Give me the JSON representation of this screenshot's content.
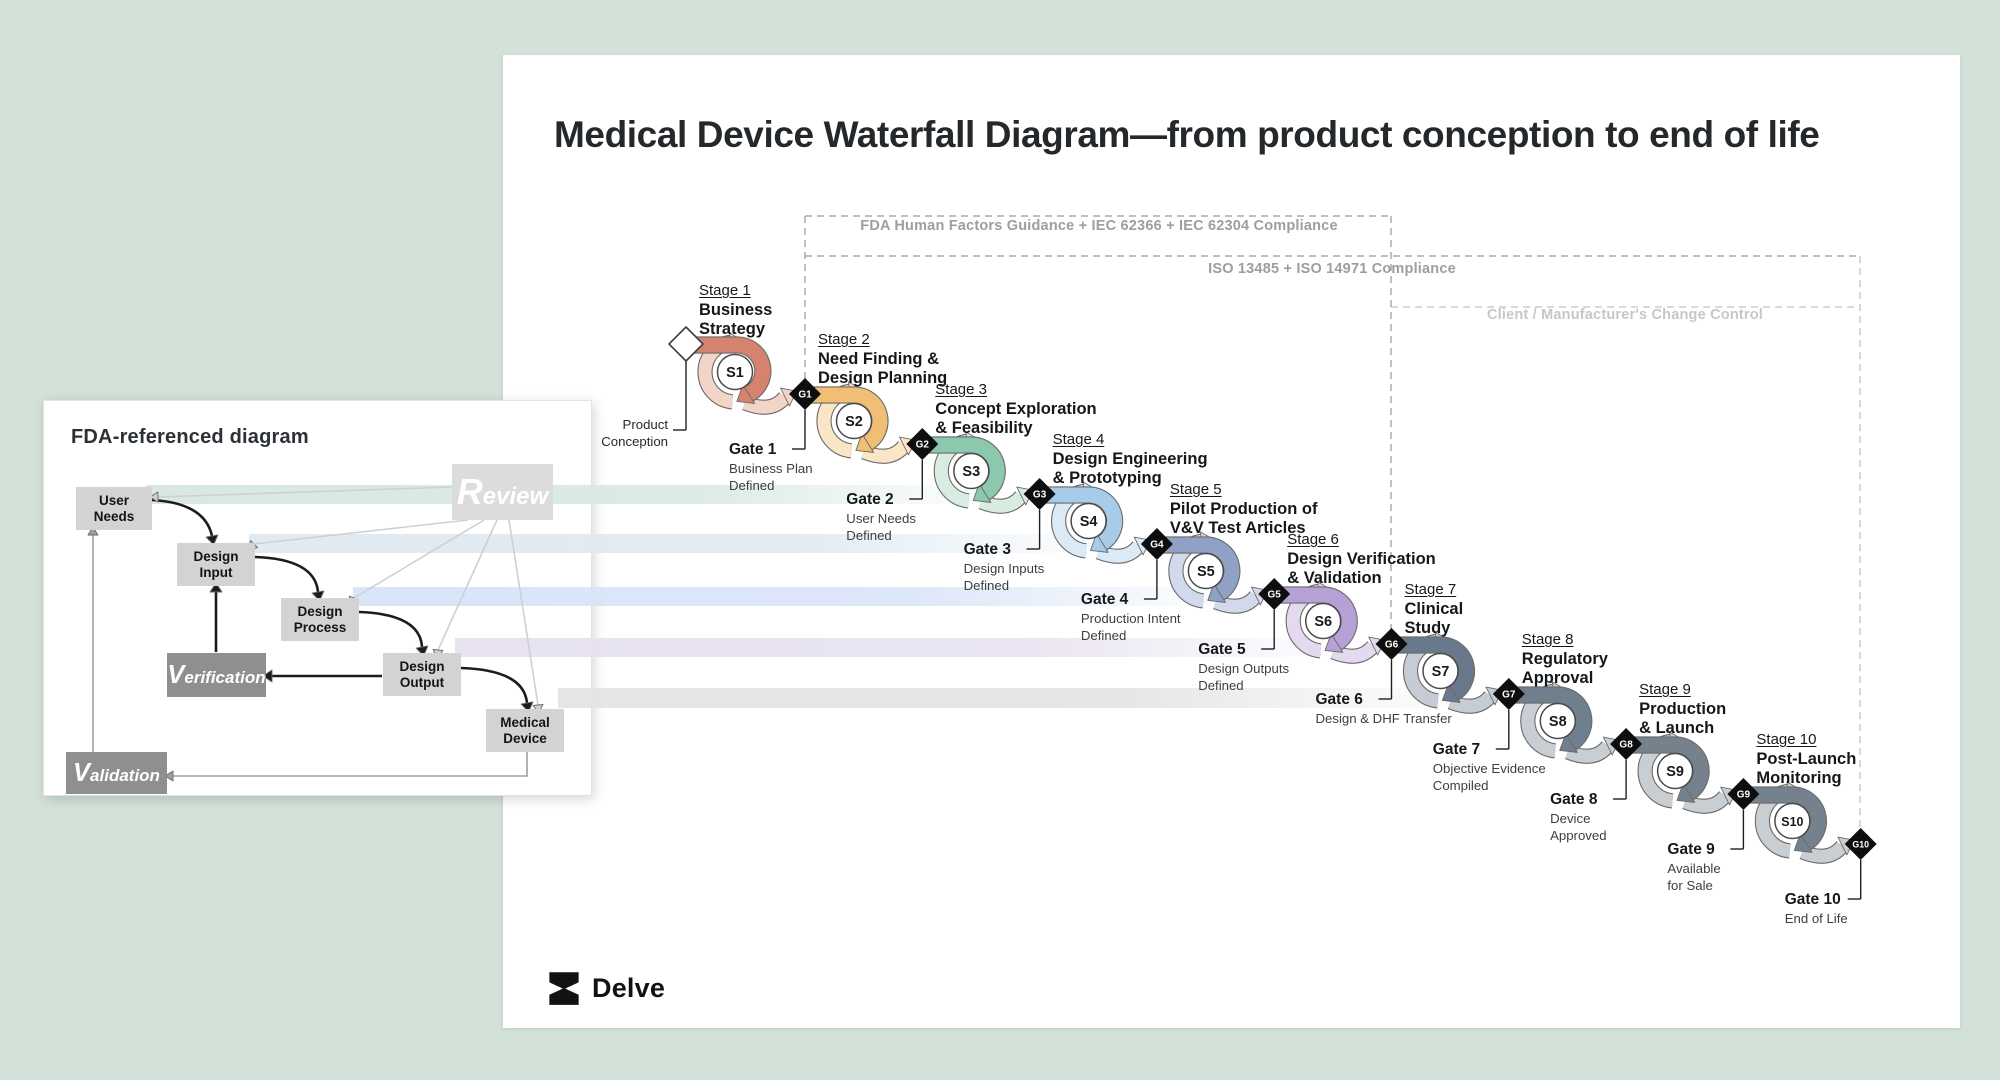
{
  "page": {
    "background": "#d2e2d9",
    "card_background": "#ffffff"
  },
  "title": "Medical Device Waterfall Diagram—from product conception to end of life",
  "brand": {
    "wordmark": "Delve"
  },
  "compliance_boxes": [
    {
      "label": "FDA Human Factors Guidance + IEC 62366 + IEC 62304 Compliance",
      "line_color": "#a7abae",
      "text_color": "#999fa2"
    },
    {
      "label": "ISO 13485 + ISO 14971 Compliance",
      "line_color": "#a7abae",
      "text_color": "#999fa2"
    },
    {
      "label": "Client / Manufacturer's Change Control",
      "line_color": "#c8cdd0",
      "text_color": "#c3c8ca"
    }
  ],
  "start_marker": {
    "label_lines": [
      "Product",
      "Conception"
    ]
  },
  "stages": [
    {
      "id": "S1",
      "eyebrow": "Stage 1",
      "name_lines": [
        "Business",
        "Strategy"
      ],
      "dark": "#d5836f",
      "light": "#f3d4c9"
    },
    {
      "id": "S2",
      "eyebrow": "Stage 2",
      "name_lines": [
        "Need Finding &",
        "Design Planning"
      ],
      "dark": "#f0be74",
      "light": "#fae6c6"
    },
    {
      "id": "S3",
      "eyebrow": "Stage 3",
      "name_lines": [
        "Concept Exploration",
        "& Feasibility"
      ],
      "dark": "#8bc8ae",
      "light": "#d8ece2"
    },
    {
      "id": "S4",
      "eyebrow": "Stage 4",
      "name_lines": [
        "Design Engineering",
        "& Prototyping"
      ],
      "dark": "#a6cce9",
      "light": "#dceaf6"
    },
    {
      "id": "S5",
      "eyebrow": "Stage 5",
      "name_lines": [
        "Pilot Production of",
        "V&V Test Articles"
      ],
      "dark": "#8fa1c7",
      "light": "#d2d9eb"
    },
    {
      "id": "S6",
      "eyebrow": "Stage 6",
      "name_lines": [
        "Design Verification",
        "& Validation"
      ],
      "dark": "#b7a0d5",
      "light": "#e4daf0"
    },
    {
      "id": "S7",
      "eyebrow": "Stage 7",
      "name_lines": [
        "Clinical",
        "Study"
      ],
      "dark": "#68798b",
      "light": "#c6ccd4"
    },
    {
      "id": "S8",
      "eyebrow": "Stage 8",
      "name_lines": [
        "Regulatory",
        "Approval"
      ],
      "dark": "#6f7f8e",
      "light": "#c9ced5"
    },
    {
      "id": "S9",
      "eyebrow": "Stage 9",
      "name_lines": [
        "Production",
        "& Launch"
      ],
      "dark": "#75828d",
      "light": "#c9ced3"
    },
    {
      "id": "S10",
      "eyebrow": "Stage 10",
      "name_lines": [
        "Post-Launch",
        "Monitoring"
      ],
      "dark": "#75828d",
      "light": "#c9ced3"
    }
  ],
  "gates": [
    {
      "id": "G1",
      "title": "Gate 1",
      "sub_lines": [
        "Business Plan",
        "Defined"
      ]
    },
    {
      "id": "G2",
      "title": "Gate 2",
      "sub_lines": [
        "User Needs",
        "Defined"
      ]
    },
    {
      "id": "G3",
      "title": "Gate 3",
      "sub_lines": [
        "Design Inputs",
        "Defined"
      ]
    },
    {
      "id": "G4",
      "title": "Gate 4",
      "sub_lines": [
        "Production Intent",
        "Defined"
      ]
    },
    {
      "id": "G5",
      "title": "Gate 5",
      "sub_lines": [
        "Design Outputs",
        "Defined"
      ]
    },
    {
      "id": "G6",
      "title": "Gate 6",
      "sub_lines": [
        "Design & DHF Transfer"
      ]
    },
    {
      "id": "G7",
      "title": "Gate 7",
      "sub_lines": [
        "Objective Evidence",
        "Compiled"
      ]
    },
    {
      "id": "G8",
      "title": "Gate 8",
      "sub_lines": [
        "Device",
        "Approved"
      ]
    },
    {
      "id": "G9",
      "title": "Gate 9",
      "sub_lines": [
        "Available",
        "for Sale"
      ]
    },
    {
      "id": "G10",
      "title": "Gate 10",
      "sub_lines": [
        "End of Life"
      ]
    }
  ],
  "bands": [
    {
      "name": "user-needs-band",
      "color": "#d7e8df"
    },
    {
      "name": "design-input-band",
      "color": "#dfe9f0"
    },
    {
      "name": "design-process-band",
      "color": "#d8e4f7"
    },
    {
      "name": "design-output-band",
      "color": "#e7e1f0"
    },
    {
      "name": "medical-device-band",
      "color": "#e4e4e4"
    }
  ],
  "inset": {
    "title": "FDA-referenced diagram",
    "boxes": [
      {
        "id": "user-needs",
        "lines": [
          "User",
          "Needs"
        ],
        "variant": "light"
      },
      {
        "id": "design-input",
        "lines": [
          "Design",
          "Input"
        ],
        "variant": "light"
      },
      {
        "id": "design-process",
        "lines": [
          "Design",
          "Process"
        ],
        "variant": "light"
      },
      {
        "id": "design-output",
        "lines": [
          "Design",
          "Output"
        ],
        "variant": "light"
      },
      {
        "id": "medical-device",
        "lines": [
          "Medical",
          "Device"
        ],
        "variant": "light"
      },
      {
        "id": "verification",
        "lines": [
          "Verification"
        ],
        "variant": "dark"
      },
      {
        "id": "validation",
        "lines": [
          "Validation"
        ],
        "variant": "dark"
      },
      {
        "id": "review",
        "lines": [
          "Review"
        ],
        "variant": "review"
      }
    ]
  }
}
